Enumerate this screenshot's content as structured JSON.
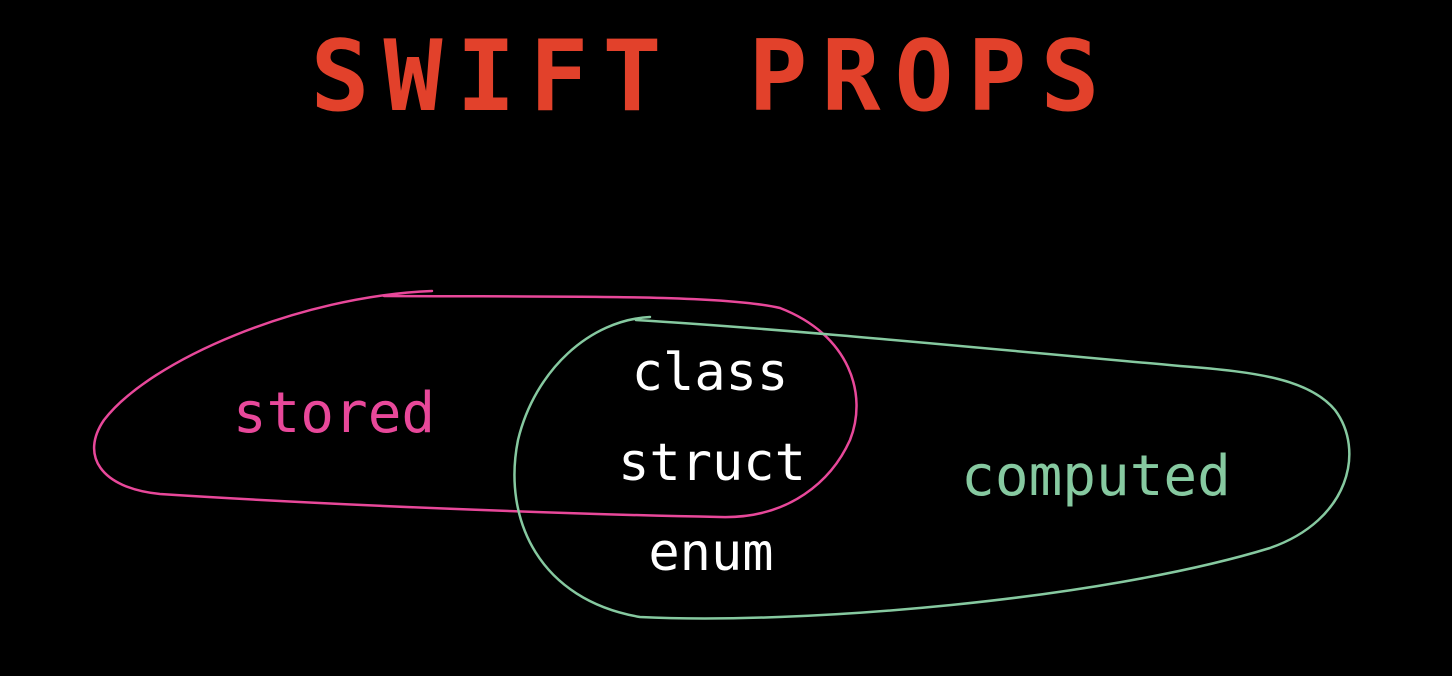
{
  "title": "SWIFT PROPS",
  "sets": {
    "stored": {
      "label": "stored",
      "color": "#e8489a"
    },
    "computed": {
      "label": "computed",
      "color": "#86c9a0"
    }
  },
  "shared": {
    "items": [
      "class",
      "struct",
      "enum"
    ],
    "color": "#ffffff"
  },
  "colors": {
    "background": "#000000",
    "title": "#e2412b"
  }
}
